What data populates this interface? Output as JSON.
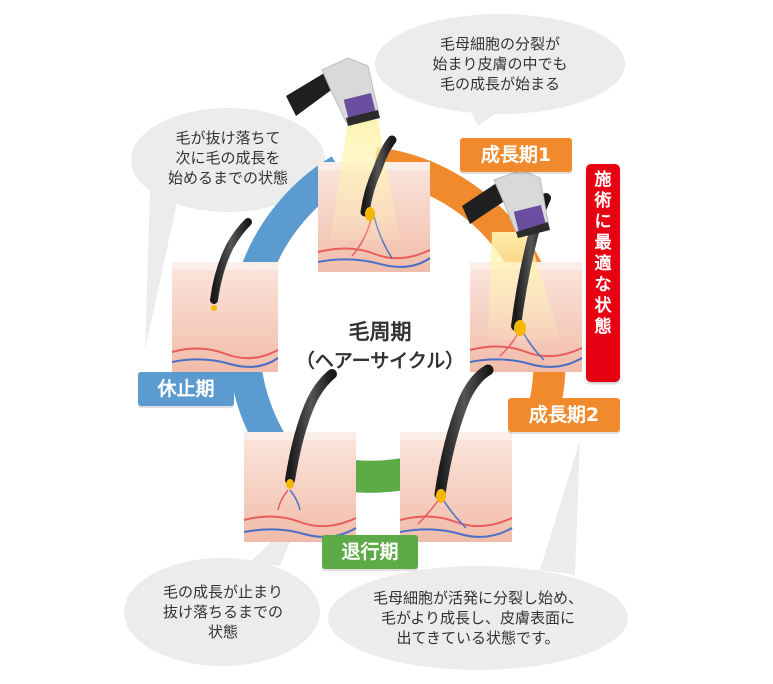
{
  "center": {
    "title": "毛周期",
    "subtitle": "（ヘアーサイクル）"
  },
  "phases": {
    "growth1": {
      "label": "成長期1",
      "description_lines": [
        "毛母細胞の分裂が",
        "始まり皮膚の中でも",
        "毛の成長が始まる"
      ]
    },
    "growth2": {
      "label": "成長期2",
      "description_lines": [
        "毛母細胞が活発に分裂し始め、",
        "毛がより成長し、皮膚表面に",
        "出てきている状態です。"
      ]
    },
    "catagen": {
      "label": "退行期",
      "description_lines": [
        "毛の成長が止まり",
        "抜け落ちるまでの",
        "状態"
      ]
    },
    "telogen": {
      "label": "休止期",
      "description_lines": [
        "毛が抜け落ちて",
        "次に毛の成長を",
        "始めるまでの状態"
      ]
    }
  },
  "optimal_badge": {
    "chars": [
      "施",
      "術",
      "に",
      "最",
      "適",
      "な",
      "状",
      "態"
    ]
  },
  "colors": {
    "growth": "#f08a2c",
    "catagen": "#5cab46",
    "telogen": "#5b9bd0",
    "optimal": "#e60012",
    "bubble": "#ececec",
    "skin": "#f7d5c8"
  },
  "icons": [
    "laser-device-icon",
    "hair-follicle-icon"
  ]
}
